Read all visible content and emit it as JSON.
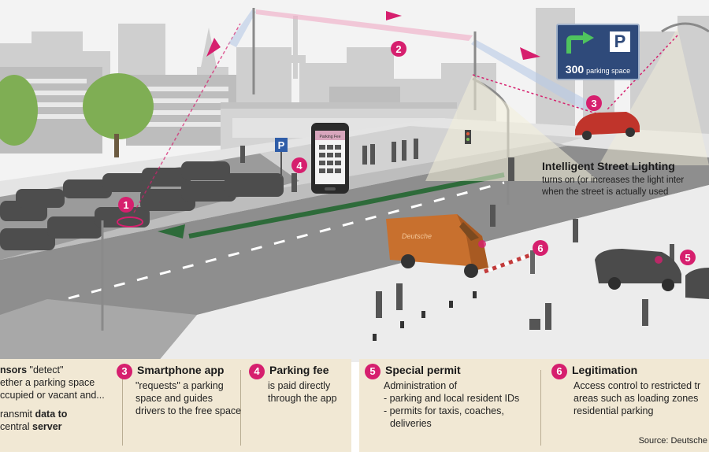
{
  "scene": {
    "sign": {
      "symbol": "P",
      "count": "300",
      "count_text": "parking space"
    },
    "phone_screen_text": "Parking Fee",
    "van_text": "Deutsche",
    "markers": [
      "1",
      "2",
      "3",
      "4",
      "5",
      "6"
    ]
  },
  "lighting": {
    "title": "Intelligent Street Lighting",
    "line1": "turns on (or increases the light inter",
    "line2": "when the street is actually used"
  },
  "legend": {
    "sensors": {
      "line1_a": "nsors",
      "line1_b": " \"detect\"",
      "line2": "ether a parking space",
      "line3": "ccupied or vacant and...",
      "line4_a": "ransmit ",
      "line4_b": "data to",
      "line5_a": "central ",
      "line5_b": "server"
    },
    "smartphone": {
      "number": "3",
      "title": "Smartphone app",
      "line1": "\"requests\" a parking",
      "line2": "space and guides",
      "line3": "drivers to the free space"
    },
    "parking_fee": {
      "number": "4",
      "title": "Parking fee",
      "line1": "is paid directly",
      "line2": "through the app"
    },
    "special_permit": {
      "number": "5",
      "title": "Special permit",
      "line1": "Administration of",
      "line2": "- parking and local resident IDs",
      "line3": "- permits for taxis, coaches,",
      "line4": "deliveries"
    },
    "legitimation": {
      "number": "6",
      "title": "Legitimation",
      "line1": "Access control to restricted tr",
      "line2": "areas such as loading zones",
      "line3": "residential parking"
    },
    "source": "Source: Deutsche"
  },
  "colors": {
    "accent": "#d61f6e",
    "road": "#8e8e8e",
    "panel": "#f1e8d4",
    "sign": "#2f4a7a",
    "van": "#c8702e",
    "green_arrow": "#2e6b3a"
  }
}
